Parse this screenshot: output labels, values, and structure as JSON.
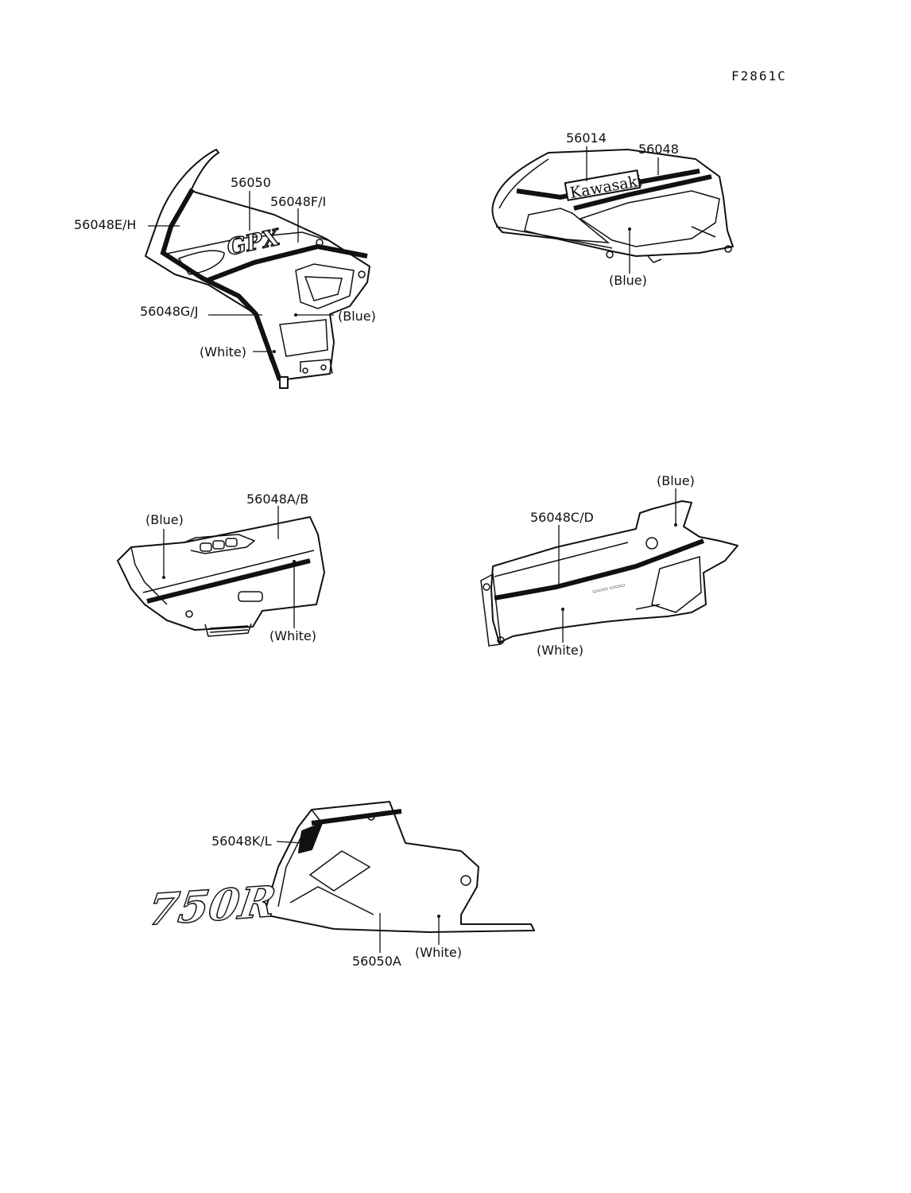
{
  "figure_id": "F2861C",
  "labels": {
    "fairing": {
      "l1": "56050",
      "l2": "56048F/I",
      "l3": "56048E/H",
      "l4": "56048G/J",
      "l5": "(Blue)",
      "l6": "(White)",
      "decal": "GPX"
    },
    "tank": {
      "l1": "56014",
      "l2": "56048",
      "l3": "(Blue)",
      "decal": "Kawasaki"
    },
    "left_cover": {
      "l1": "(Blue)",
      "l2": "56048A/B",
      "l3": "(White)"
    },
    "right_cover": {
      "l1": "(Blue)",
      "l2": "56048C/D",
      "l3": "(White)"
    },
    "lower_cowl": {
      "l1": "56048K/L",
      "l2": "56050A",
      "l3": "(White)",
      "decal": "750R"
    }
  }
}
